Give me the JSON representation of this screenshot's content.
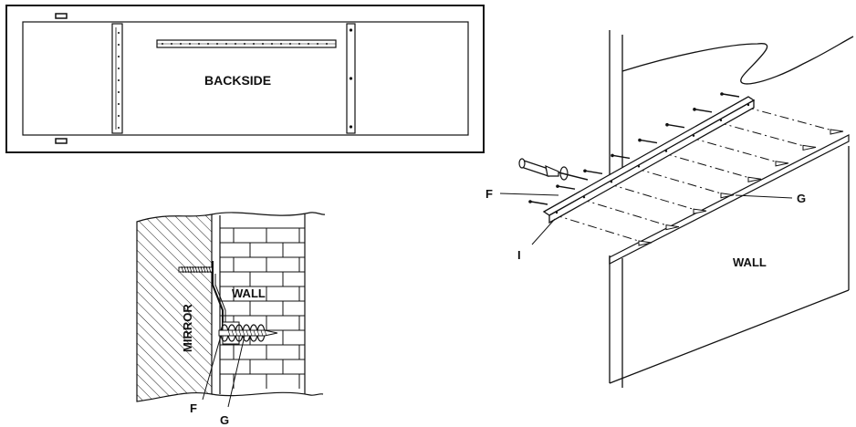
{
  "labels": {
    "backside": "BACKSIDE",
    "mirror": "MIRROR",
    "wall_detail": "WALL",
    "f_detail": "F",
    "g_detail": "G",
    "f_install": "F",
    "g_install": "G",
    "i_install": "I",
    "wall_install": "WALL"
  },
  "colors": {
    "ink": "#111111",
    "paper": "#ffffff"
  }
}
